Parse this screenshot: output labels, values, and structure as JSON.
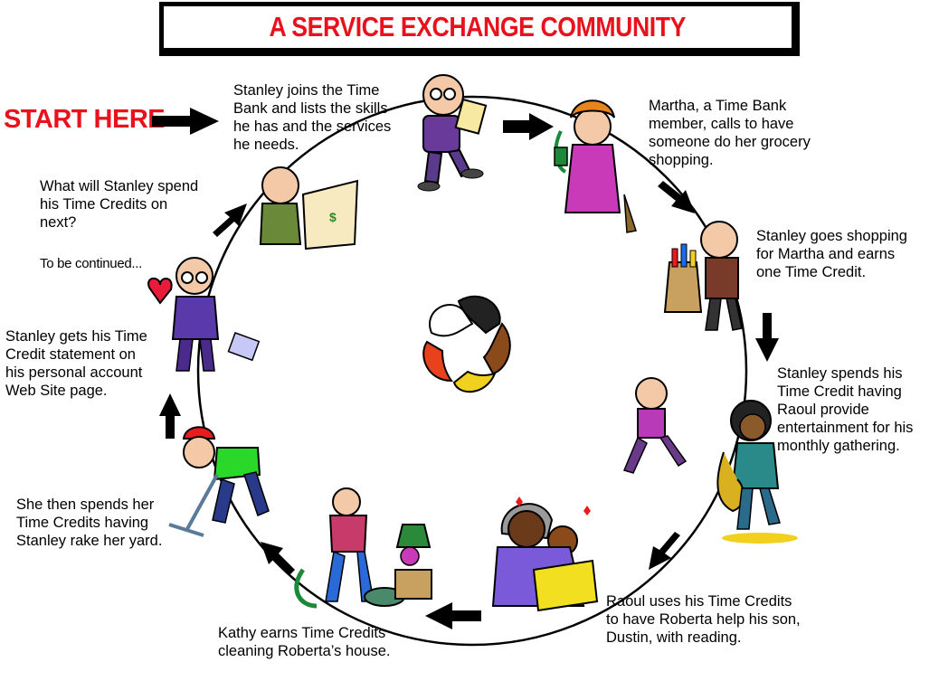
{
  "title": "A SERVICE EXCHANGE COMMUNITY",
  "start_label": "START HERE",
  "colors": {
    "title": "#e8121c",
    "start": "#e8121c",
    "circle": "#000000",
    "arrows": "#000000"
  },
  "steps": [
    {
      "lines": [
        "Stanley joins  the Time",
        "Bank and lists the skills",
        "he has and the services",
        "he needs."
      ]
    },
    {
      "lines": [
        "Martha, a  Time Bank",
        "member, calls to have",
        "someone do her grocery",
        "shopping."
      ]
    },
    {
      "lines": [
        "Stanley goes shopping",
        "for Martha and earns",
        "one Time Credit."
      ]
    },
    {
      "lines": [
        "Stanley spends his",
        "Time Credit having",
        "Raoul provide",
        "entertainment for his",
        "monthly gathering."
      ]
    },
    {
      "lines": [
        "Raoul uses his Time Credits",
        "to have Roberta help his son,",
        "Dustin, with reading."
      ]
    },
    {
      "lines": [
        "Kathy earns Time Credits",
        "cleaning Roberta’s house."
      ]
    },
    {
      "lines": [
        "She then spends her",
        "Time Credits having",
        "Stanley rake her yard."
      ]
    },
    {
      "lines": [
        "Stanley gets his Time",
        "Credit  statement on",
        "his personal account",
        "Web Site page."
      ]
    },
    {
      "lines": [
        "What will Stanley spend",
        "his Time Credits on",
        "next?"
      ]
    }
  ],
  "continued": "To be continued...",
  "icons": [
    "stanley-clipboard-icon",
    "martha-phone-icon",
    "stanley-groceries-icon",
    "raoul-saxophone-icon",
    "roberta-reading-icon",
    "kathy-vacuum-icon",
    "stanley-raking-icon",
    "stanley-heart-icon",
    "stanley-newspaper-icon",
    "clasped-hands-icon"
  ]
}
